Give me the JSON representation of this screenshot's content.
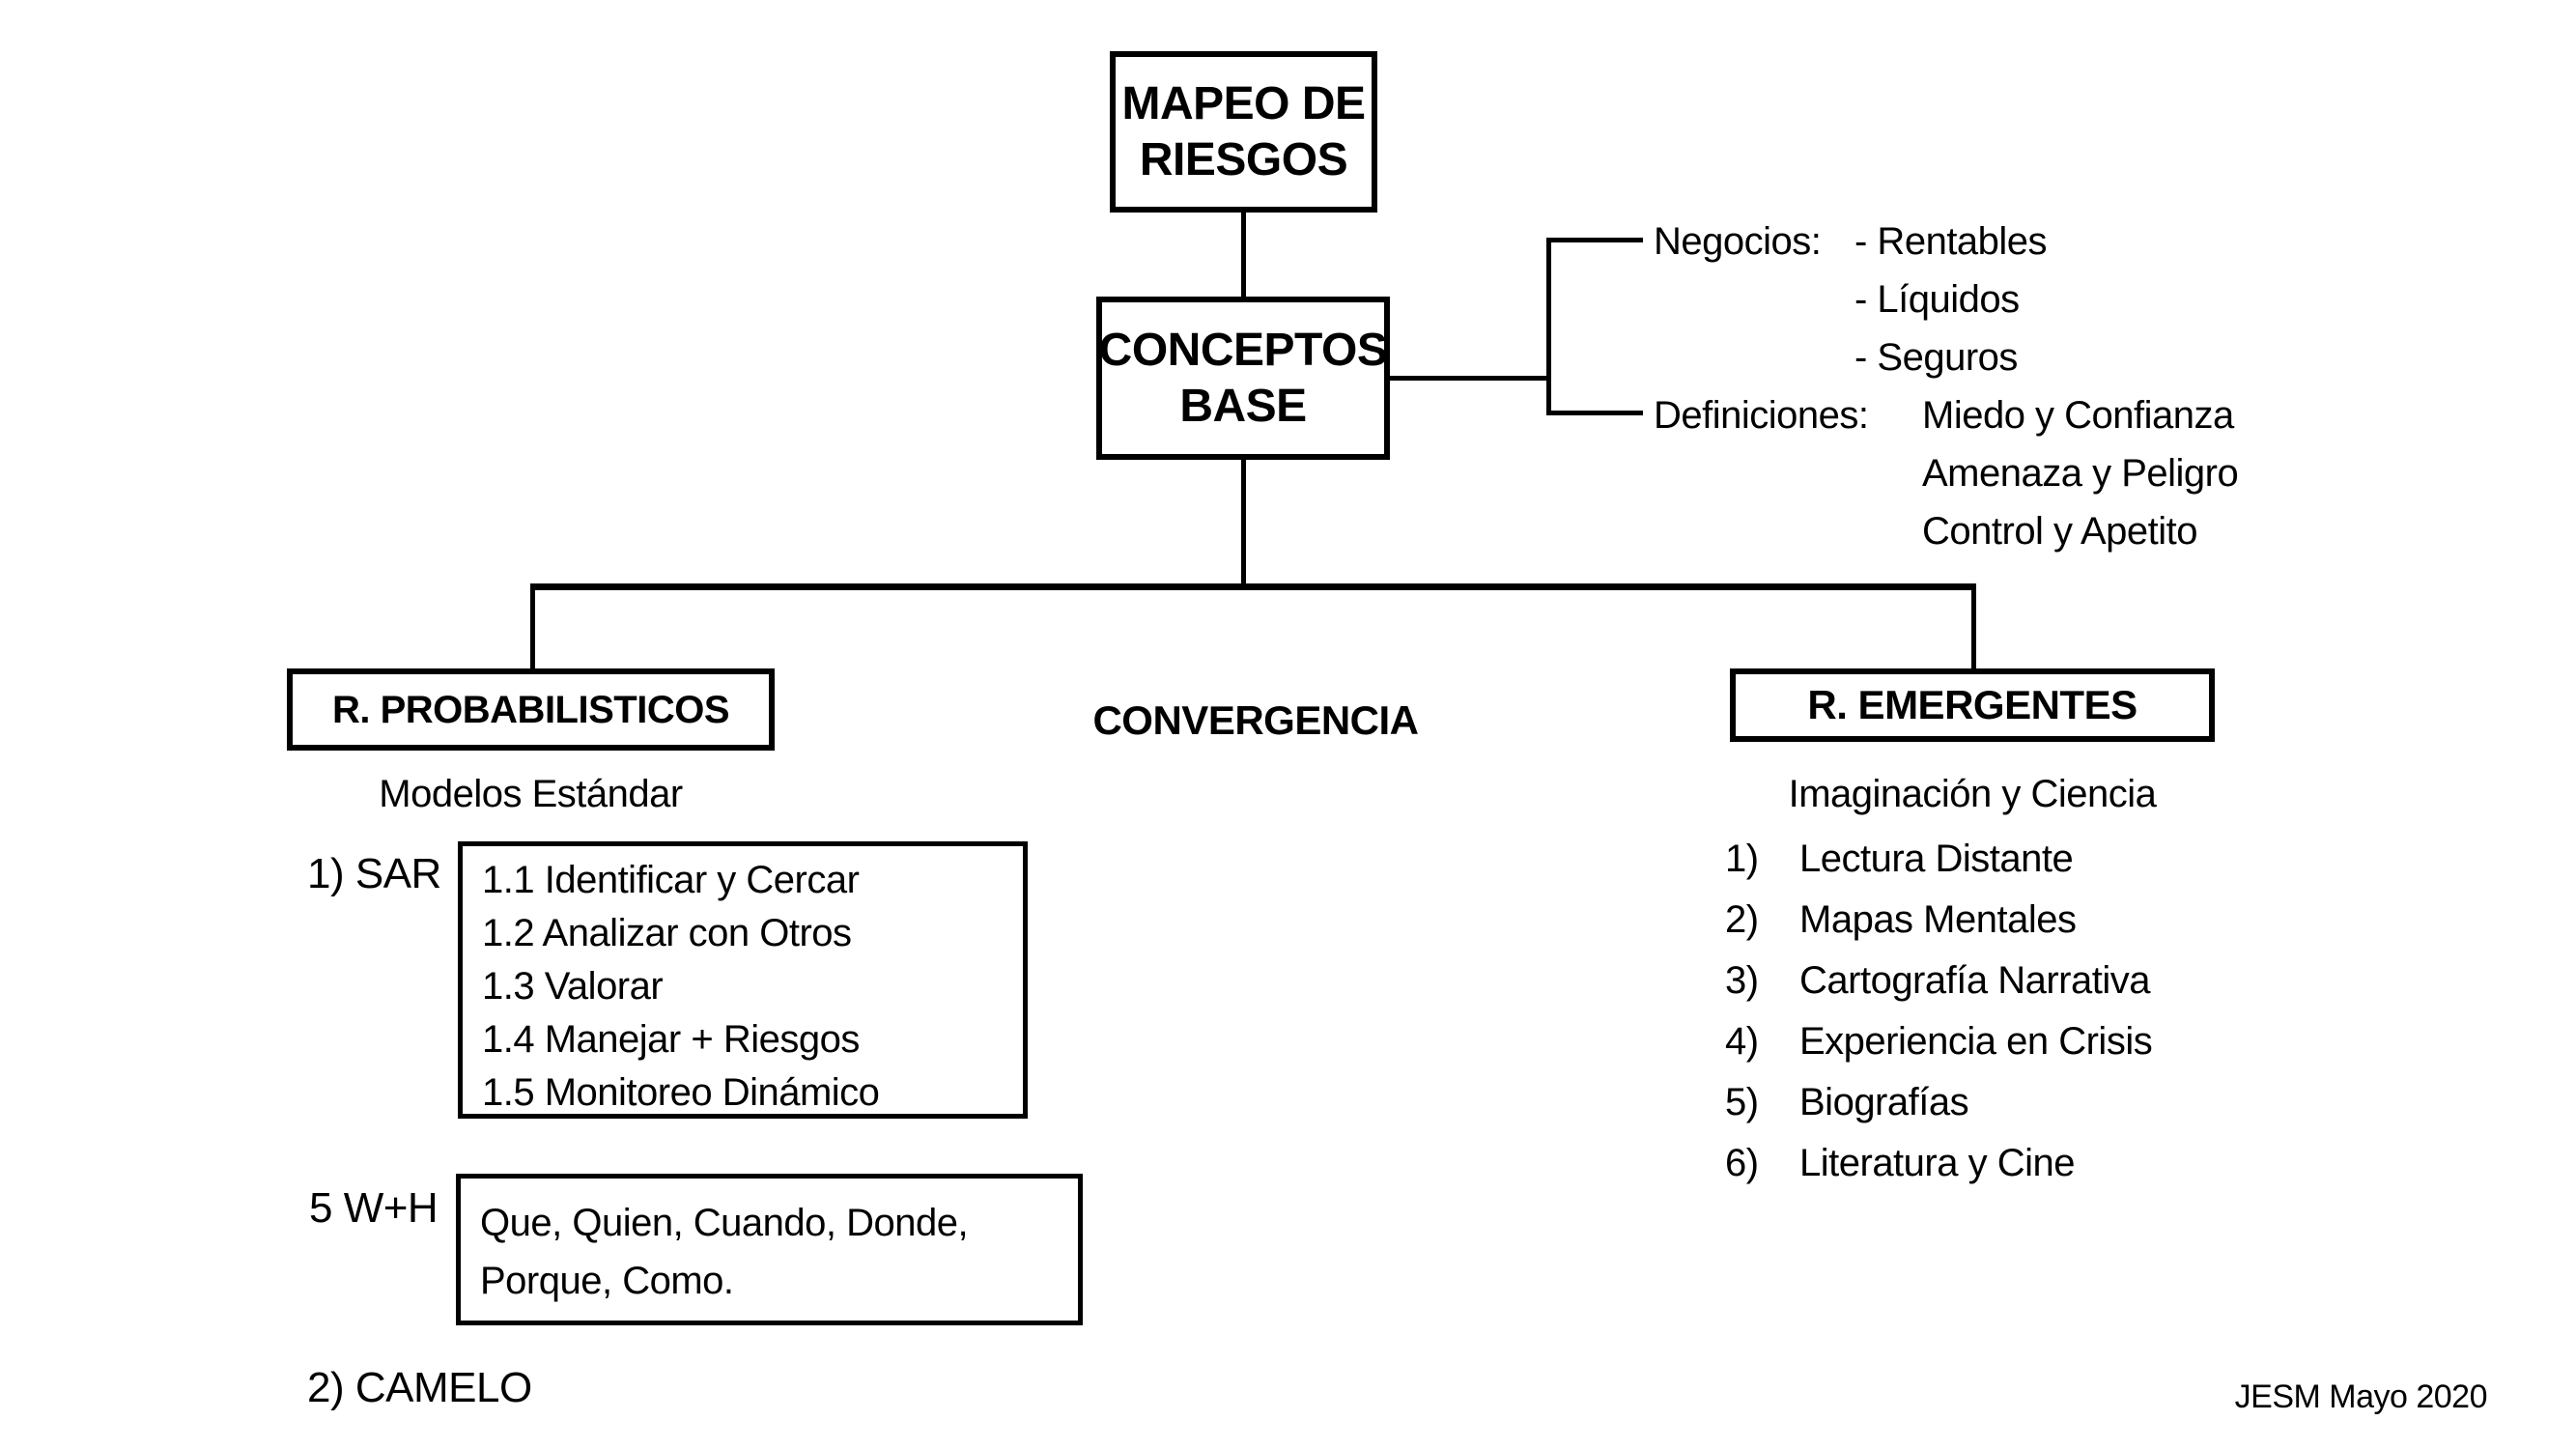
{
  "colors": {
    "line": "#000000",
    "background": "#ffffff",
    "text": "#000000"
  },
  "diagram": {
    "root_box": {
      "lines": [
        "MAPEO DE",
        "RIESGOS"
      ]
    },
    "base_box": {
      "lines": [
        "CONCEPTOS",
        "BASE"
      ]
    },
    "annotations": {
      "negocios_label": "Negocios:",
      "negocios_items": [
        "- Rentables",
        "- Líquidos",
        "- Seguros"
      ],
      "definiciones_label": "Definiciones:",
      "definiciones_items": [
        "Miedo y Confianza",
        "Amenaza y Peligro",
        "Control y Apetito"
      ]
    },
    "center_label": "CONVERGENCIA",
    "left_branch": {
      "box_label": "R. PROBABILISTICOS",
      "subtitle": "Modelos Estándar",
      "item1_label": "1) SAR",
      "sar_items": [
        "1.1 Identificar y Cercar",
        "1.2 Analizar con Otros",
        "1.3 Valorar",
        "1.4 Manejar + Riesgos",
        "1.5 Monitoreo Dinámico"
      ],
      "wh_label": "5 W+H",
      "wh_lines": [
        "Que, Quien, Cuando, Donde,",
        "Porque, Como."
      ],
      "item2_label": "2) CAMELO"
    },
    "right_branch": {
      "box_label": "R. EMERGENTES",
      "subtitle": "Imaginación y Ciencia",
      "items": [
        {
          "num": "1)",
          "text": "Lectura Distante"
        },
        {
          "num": "2)",
          "text": "Mapas Mentales"
        },
        {
          "num": "3)",
          "text": "Cartografía Narrativa"
        },
        {
          "num": "4)",
          "text": "Experiencia en Crisis"
        },
        {
          "num": "5)",
          "text": "Biografías"
        },
        {
          "num": "6)",
          "text": "Literatura y Cine"
        }
      ]
    },
    "footer": "JESM Mayo 2020"
  }
}
